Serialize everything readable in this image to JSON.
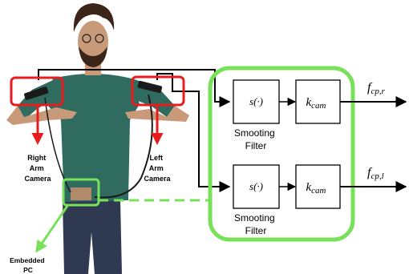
{
  "colors": {
    "red": "#e81c1c",
    "green": "#79e05a",
    "black": "#000000",
    "shirt": "#2f6b5f",
    "skin": "#c99a7a",
    "hair": "#3a2518",
    "jeans": "#2f3a52",
    "cable": "#1a1a1a"
  },
  "labels": {
    "right_camera": [
      "Right",
      "Arm",
      "Camera"
    ],
    "left_camera": [
      "Left",
      "Arm",
      "Camera"
    ],
    "embedded_pc": [
      "Embedded",
      "PC"
    ]
  },
  "pipeline": [
    {
      "filter_symbol": "s(·)",
      "filter_caption": [
        "Smooting",
        "Filter"
      ],
      "gain_symbol_main": "k",
      "gain_symbol_sub": "cam",
      "output_main": "f",
      "output_sub": "cp,r"
    },
    {
      "filter_symbol": "s(·)",
      "filter_caption": [
        "Smooting",
        "Filter"
      ],
      "gain_symbol_main": "k",
      "gain_symbol_sub": "cam",
      "output_main": "f",
      "output_sub": "cp,l"
    }
  ]
}
